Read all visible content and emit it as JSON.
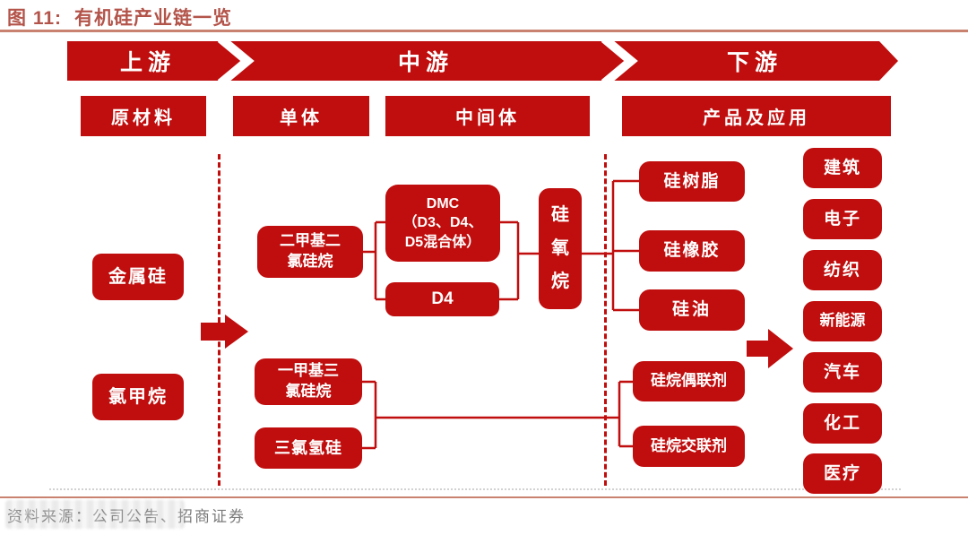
{
  "title": {
    "figure_label": "图 11:",
    "text": "有机硅产业链一览"
  },
  "banner": {
    "upstream": "上游",
    "midstream": "中游",
    "downstream": "下游"
  },
  "headers": {
    "raw_materials": "原材料",
    "monomer": "单体",
    "intermediate": "中间体",
    "products_applications": "产品及应用"
  },
  "upstream": {
    "metal_silicon": "金属硅",
    "chloromethane": "氯甲烷"
  },
  "midstream": {
    "dimethyl_dichlorosilane": "二甲基二\n氯硅烷",
    "dmc": "DMC\n（D3、D4、\nD5混合体）",
    "d4": "D4",
    "siloxane": "硅氧烷",
    "methyl_trichlorosilane": "一甲基三\n氯硅烷",
    "trichlorosilane": "三氯氢硅"
  },
  "downstream": {
    "silicone_resin": "硅树脂",
    "silicone_rubber": "硅橡胶",
    "silicone_oil": "硅油",
    "silane_coupling_agent": "硅烷偶联剂",
    "silane_crosslinking_agent": "硅烷交联剂",
    "applications": [
      "建筑",
      "电子",
      "纺织",
      "新能源",
      "汽车",
      "化工",
      "医疗"
    ]
  },
  "footer": {
    "source": "资料来源：公司公告、招商证券"
  },
  "colors": {
    "box_red": "#C00D0D",
    "title_red": "#B3544A",
    "rule_salmon": "#C9826F",
    "source_gray": "#7B7B7B"
  }
}
